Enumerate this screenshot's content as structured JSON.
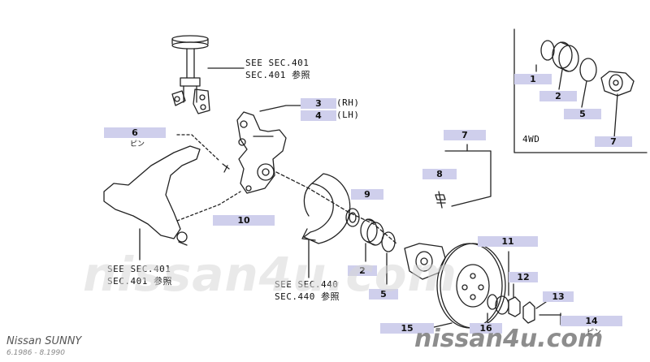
{
  "callouts": {
    "p1": "1",
    "p2a": "2",
    "p5a": "5",
    "p7a": "7",
    "p3": "3",
    "p4": "4",
    "rh": "(RH)",
    "lh": "(LH)",
    "p6": "6",
    "pin6": "ピン",
    "p7b": "7",
    "p8": "8",
    "p9": "9",
    "p10": "10",
    "p2b": "2",
    "p5b": "5",
    "p11": "11",
    "p12": "12",
    "p13": "13",
    "p14": "14",
    "pin14": "ピン",
    "p15": "15",
    "p16": "16"
  },
  "refs": {
    "top_en": "SEE SEC.401",
    "top_jp": "SEC.401 参照",
    "left_en": "SEE SEC.401",
    "left_jp": "SEC.401 参照",
    "mid_en": "SEE SEC.440",
    "mid_jp": "SEC.440 参照"
  },
  "variant_label": "4WD",
  "watermark": {
    "big": "nissan4u.com",
    "small": "nissan4u.com"
  },
  "footer": {
    "model": "Nissan SUNNY",
    "period": "6.1986 - 8.1990"
  }
}
